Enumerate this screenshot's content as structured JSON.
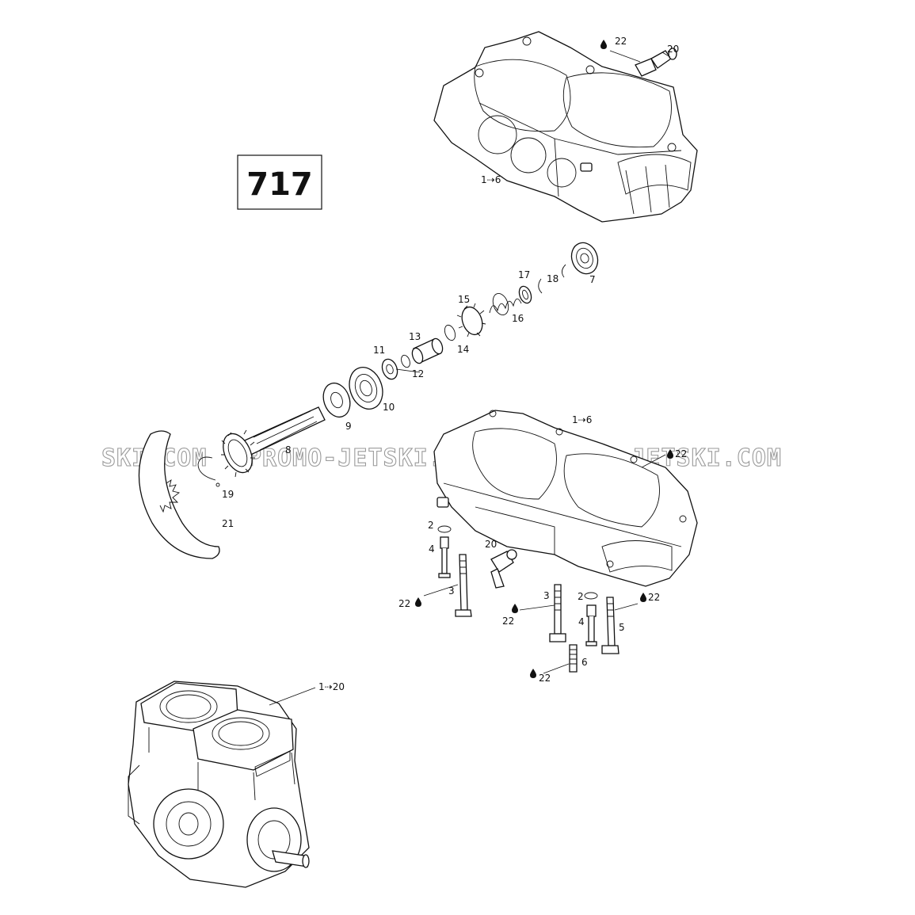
{
  "model_label": "717",
  "watermark": {
    "left": "SKI.COM",
    "middle": "PROMO-JETSKI.COM",
    "right": "PROMO-JETSKI.COM"
  },
  "callouts": {
    "c1_6_top": "1⇢6",
    "c1_6_bottom": "1⇢6",
    "c1_20": "1⇢20",
    "c2_a": "2",
    "c2_b": "2",
    "c3_a": "3",
    "c3_b": "3",
    "c4_a": "4",
    "c4_b": "4",
    "c5": "5",
    "c6": "6",
    "c7": "7",
    "c8": "8",
    "c9": "9",
    "c10": "10",
    "c11": "11",
    "c12": "12",
    "c13": "13",
    "c14": "14",
    "c15": "15",
    "c16": "16",
    "c17": "17",
    "c18": "18",
    "c19": "19",
    "c20_top": "20",
    "c20_mid": "20",
    "c21": "21",
    "c22_top": "22",
    "c22_mid_right": "22",
    "c22_left": "22",
    "c22_center": "22",
    "c22_right": "22",
    "c22_bottom": "22"
  }
}
